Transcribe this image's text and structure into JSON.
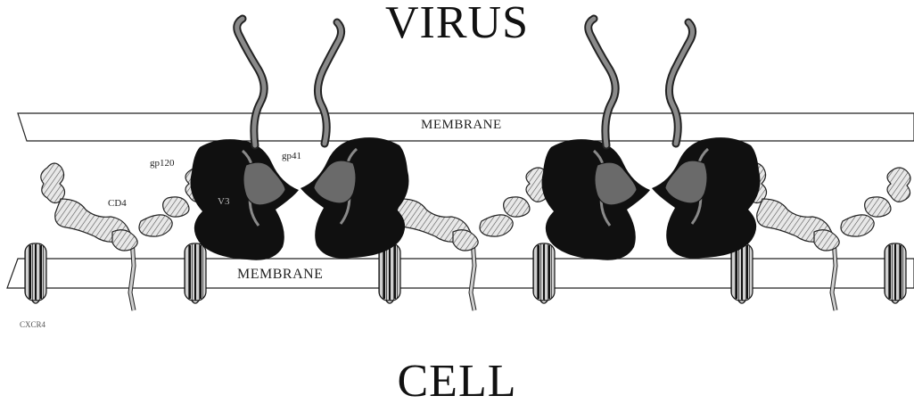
{
  "diagram": {
    "title_top": "VIRUS",
    "title_bottom": "CELL",
    "membrane_top_label": "MEMBRANE",
    "membrane_bottom_label": "MEMBRANE",
    "labels": {
      "gp120": "gp120",
      "cd4": "CD4",
      "gp41": "gp41",
      "v3": "V3",
      "cxcr4": "CXCR4"
    },
    "colors": {
      "envelope": "#101010",
      "gp41_stalk": "#8a8a8a",
      "receptor": "#6a6a6a",
      "line": "#222222"
    }
  }
}
